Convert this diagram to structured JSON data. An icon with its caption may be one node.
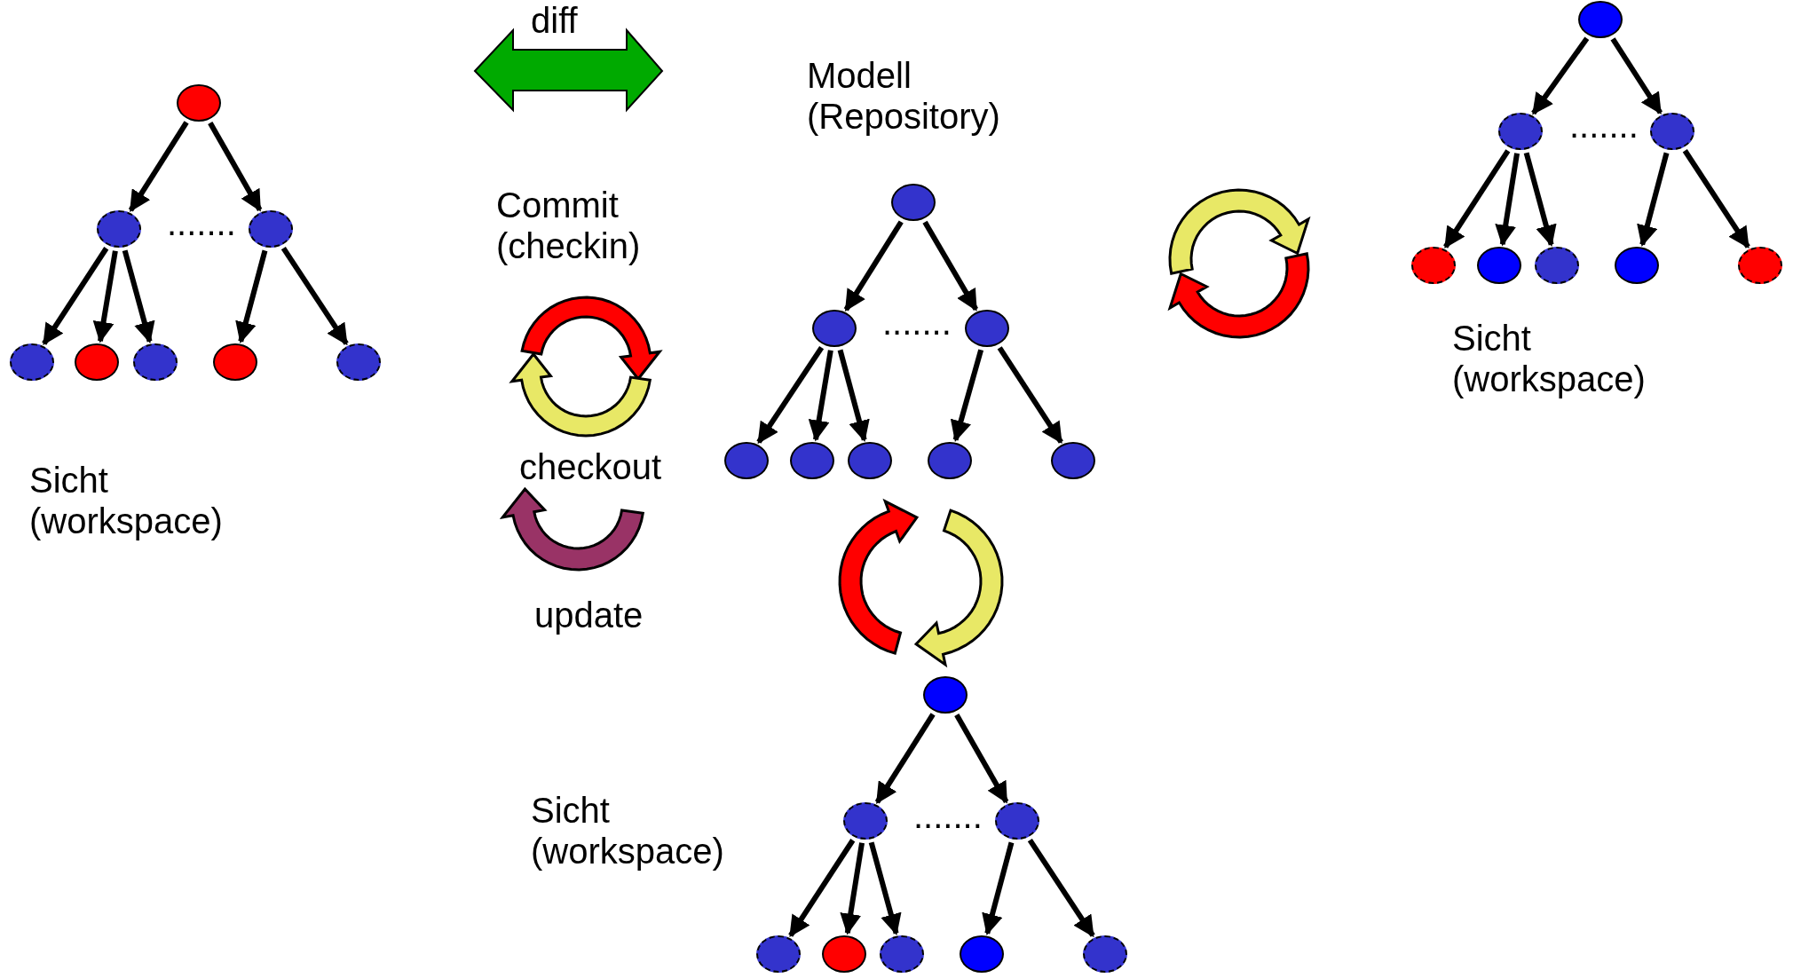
{
  "diagram": {
    "nodes": [
      {
        "text": [],
        "shape": "circle"
      },
      {
        "text": [],
        "shape": "circle"
      },
      {
        "text": [],
        "shape": "circle"
      },
      {
        "text": [],
        "shape": "circle"
      },
      {
        "text": [],
        "shape": "circle"
      },
      {
        "text": [],
        "shape": "circle"
      },
      {
        "text": [],
        "shape": "circle"
      },
      {
        "text": [],
        "shape": "circle"
      },
      {
        "text": [],
        "shape": "circle"
      },
      {
        "text": [],
        "shape": "circle"
      },
      {
        "text": [],
        "shape": "circle"
      },
      {
        "text": [],
        "shape": "circle"
      },
      {
        "text": [],
        "shape": "circle"
      },
      {
        "text": [],
        "shape": "circle"
      },
      {
        "text": [],
        "shape": "circle"
      },
      {
        "text": [],
        "shape": "circle"
      },
      {
        "text": [],
        "shape": "circle"
      },
      {
        "text": [],
        "shape": "circle"
      },
      {
        "text": [],
        "shape": "circle"
      },
      {
        "text": [],
        "shape": "circle"
      },
      {
        "text": [],
        "shape": "circle"
      },
      {
        "text": [],
        "shape": "circle"
      },
      {
        "text": [],
        "shape": "circle"
      },
      {
        "text": [],
        "shape": "circle"
      },
      {
        "text": [],
        "shape": "circle"
      },
      {
        "text": [],
        "shape": "circle"
      },
      {
        "text": [],
        "shape": "circle"
      },
      {
        "text": [],
        "shape": "circle"
      },
      {
        "text": [],
        "shape": "circle"
      },
      {
        "text": [],
        "shape": "circle"
      },
      {
        "text": [],
        "shape": "circle"
      },
      {
        "text": [],
        "shape": "circle"
      }
    ],
    "edges": [
      {
        "from": 0,
        "to": 1,
        "arrow": "to"
      },
      {
        "from": 0,
        "to": 2,
        "arrow": "to"
      },
      {
        "from": 1,
        "to": 3,
        "arrow": "to"
      },
      {
        "from": 1,
        "to": 4,
        "arrow": "to"
      },
      {
        "from": 1,
        "to": 5,
        "arrow": "to"
      },
      {
        "from": 2,
        "to": 6,
        "arrow": "to"
      },
      {
        "from": 2,
        "to": 7,
        "arrow": "to"
      },
      {
        "from": 8,
        "to": 9,
        "arrow": "to"
      },
      {
        "from": 8,
        "to": 10,
        "arrow": "to"
      },
      {
        "from": 9,
        "to": 11,
        "arrow": "to"
      },
      {
        "from": 9,
        "to": 12,
        "arrow": "to"
      },
      {
        "from": 9,
        "to": 13,
        "arrow": "to"
      },
      {
        "from": 10,
        "to": 14,
        "arrow": "to"
      },
      {
        "from": 10,
        "to": 15,
        "arrow": "to"
      },
      {
        "from": 16,
        "to": 17,
        "arrow": "to"
      },
      {
        "from": 16,
        "to": 18,
        "arrow": "to"
      },
      {
        "from": 17,
        "to": 19,
        "arrow": "to"
      },
      {
        "from": 17,
        "to": 20,
        "arrow": "to"
      },
      {
        "from": 17,
        "to": 21,
        "arrow": "to"
      },
      {
        "from": 18,
        "to": 22,
        "arrow": "to"
      },
      {
        "from": 18,
        "to": 23,
        "arrow": "to"
      },
      {
        "from": 24,
        "to": 25,
        "arrow": "to"
      },
      {
        "from": 24,
        "to": 26,
        "arrow": "to"
      },
      {
        "from": 25,
        "to": 27,
        "arrow": "to"
      },
      {
        "from": 25,
        "to": 28,
        "arrow": "to"
      },
      {
        "from": 25,
        "to": 29,
        "arrow": "to"
      },
      {
        "from": 26,
        "to": 30,
        "arrow": "to"
      },
      {
        "from": 26,
        "to": 31,
        "arrow": "to"
      }
    ],
    "labels": [
      "diff",
      "Modell (Repository)",
      ".......",
      "Commit (checkin)",
      ".......",
      ".......",
      "Sicht (workspace)",
      "checkout",
      "Sicht (workspace)",
      "update",
      "Sicht (workspace)",
      "......."
    ]
  }
}
